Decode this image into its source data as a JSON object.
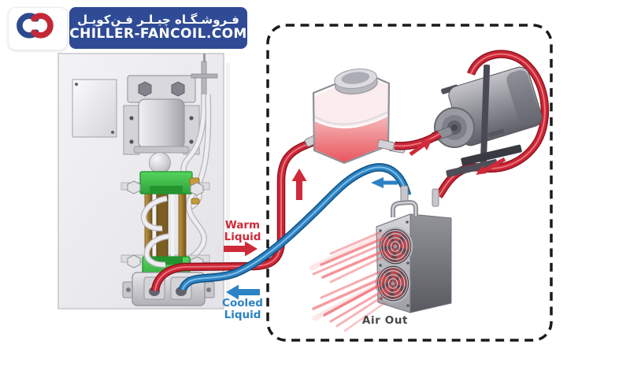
{
  "logo": {
    "store_name_fa": "فـروشـگـاه چیـلـر فـن‌کویـل",
    "domain": "CHILLER-FANCOIL.COM",
    "badge_color": "#2f4b96",
    "mark_colors": {
      "blue": "#2d4a8e",
      "red": "#c22838"
    }
  },
  "diagram": {
    "labels": {
      "warm_liquid": "Warm Liquid",
      "cooled_liquid": "Cooled Liquid",
      "air_out": "Air Out"
    },
    "colors": {
      "warm_accent": "#cf2a3a",
      "cooled_accent": "#2b82c4",
      "air_out_text": "#4a4545",
      "device_green": "#3fc24a",
      "reservoir_liquid": "#ea5f66"
    }
  }
}
